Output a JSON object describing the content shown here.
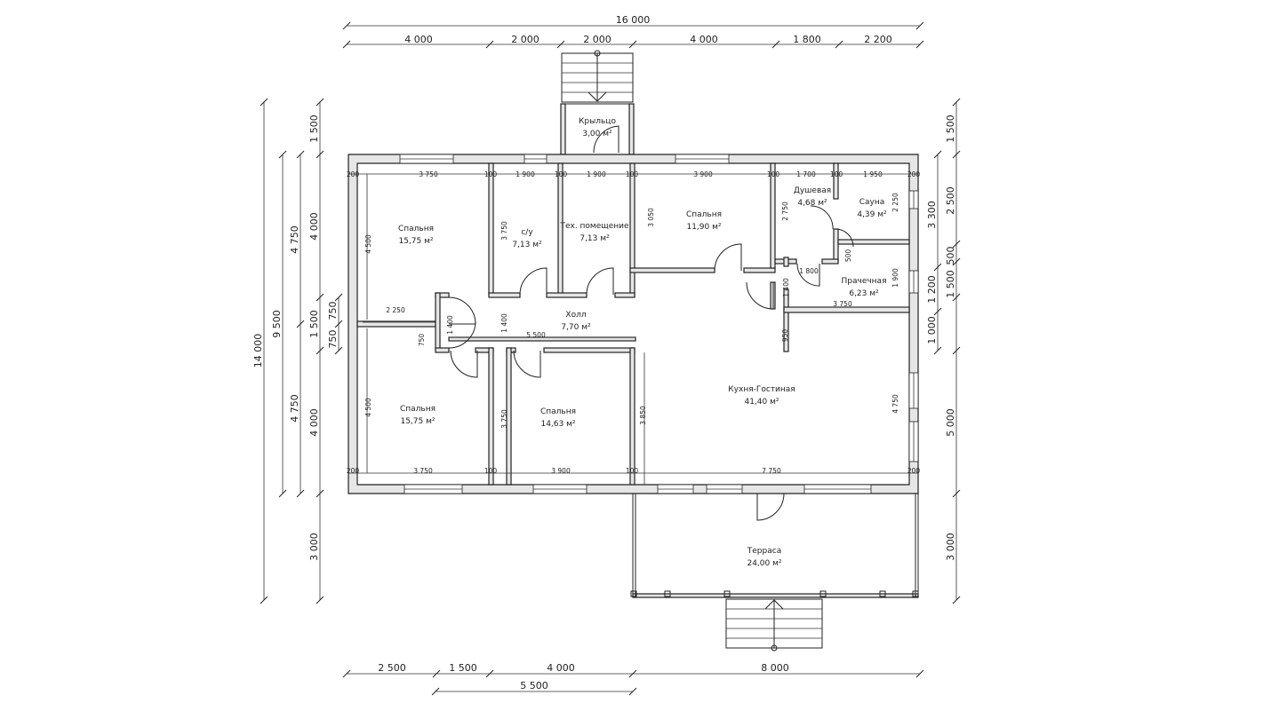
{
  "dims_top_total": "16 000",
  "dims_top": [
    "4 000",
    "2 000",
    "2 000",
    "4 000",
    "1 800",
    "2 200"
  ],
  "dims_bottom": [
    "2 500",
    "1 500",
    "4 000",
    "8 000"
  ],
  "dims_bottom2": "5 500",
  "dims_left_total": "14 000",
  "dims_left_mid": [
    "4 750",
    "4 750"
  ],
  "dims_left_9500": "9 500",
  "dims_left_inner": [
    "1 500",
    "4 000",
    "1 500",
    "4 000",
    "3 000"
  ],
  "dims_left_750": [
    "750",
    "750"
  ],
  "dims_right": [
    "1 500",
    "2 500",
    "3 300",
    "1 500",
    "500",
    "1 200",
    "1 000",
    "5 000",
    "3 000"
  ],
  "rooms": [
    {
      "name": "Крыльцо",
      "area": "3,00 м²"
    },
    {
      "name": "Спальня",
      "area": "15,75 м²"
    },
    {
      "name": "с/у",
      "area": "7,13 м²"
    },
    {
      "name": "Тех. помещение",
      "area": "7,13 м²"
    },
    {
      "name": "Спальня",
      "area": "11,90 м²"
    },
    {
      "name": "Душевая",
      "area": "4,68 м²"
    },
    {
      "name": "Сауна",
      "area": "4,39 м²"
    },
    {
      "name": "Прачечная",
      "area": "6,23 м²"
    },
    {
      "name": "Холл",
      "area": "7,70 м²"
    },
    {
      "name": "Спальня",
      "area": "15,75 м²"
    },
    {
      "name": "Спальня",
      "area": "14,63 м²"
    },
    {
      "name": "Кухня-Гостиная",
      "area": "41,40 м²"
    },
    {
      "name": "Терраса",
      "area": "24,00 м²"
    }
  ],
  "inner_dims": {
    "r1_w": "3 750",
    "r2_w": "1 900",
    "r3_w": "1 900",
    "r4_w": "3 900",
    "r5_w": "1 700",
    "r6_w": "1 950",
    "b1_w": "3 750",
    "b2_w": "3 900",
    "b3_w": "7 750",
    "hall_w": "5 500",
    "corr_w": "2 250",
    "laundry_w": "3 750",
    "laundry_w2": "1 800",
    "h4500a": "4 500",
    "h4500b": "4 500",
    "h3750a": "3 750",
    "h3050": "3 050",
    "h2750": "2 750",
    "h2250": "2 250",
    "h1900": "1 900",
    "h1400a": "1 400",
    "h1400b": "1 400",
    "h1400c": "1 400",
    "h3750b": "3 750",
    "h3850": "3 850",
    "h4750": "4 750",
    "h950": "950",
    "h750": "750",
    "h500": "500",
    "w200": "200",
    "w100": "100"
  }
}
